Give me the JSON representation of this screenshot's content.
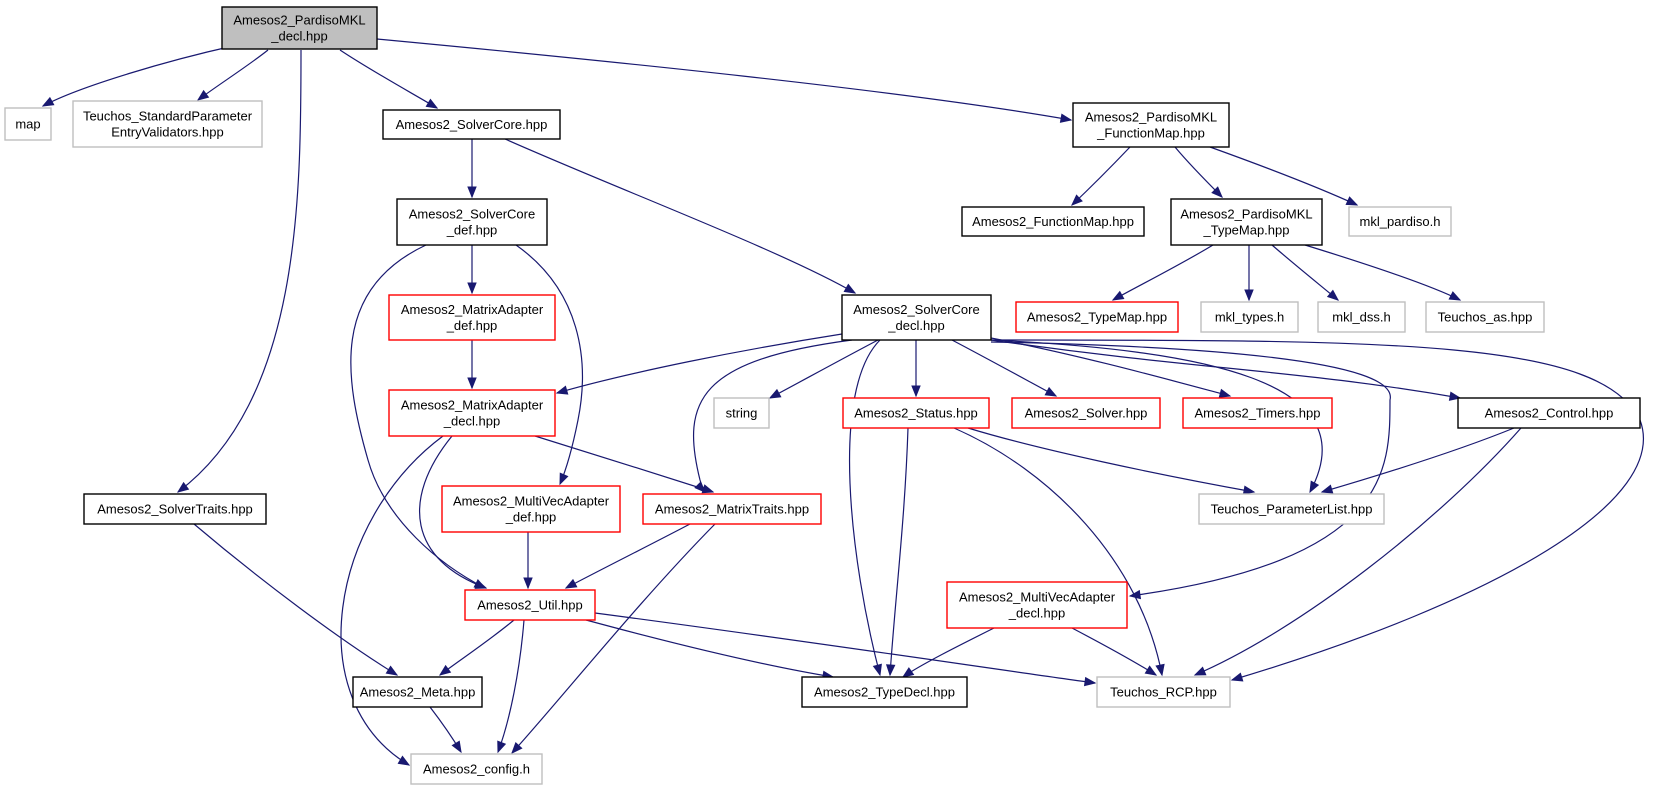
{
  "colors": {
    "edge": "#191970",
    "root_fill": "#bfbfbf",
    "documented_border": "#000000",
    "incomplete_border": "#ff0000",
    "external_border": "#bfbfbf"
  },
  "nodes": [
    {
      "id": "root",
      "lines": [
        "Amesos2_PardisoMKL",
        "_decl.hpp"
      ],
      "kind": "root"
    },
    {
      "id": "map",
      "lines": [
        "map"
      ],
      "kind": "external"
    },
    {
      "id": "teuchos_spev",
      "lines": [
        "Teuchos_StandardParameter",
        "EntryValidators.hpp"
      ],
      "kind": "external"
    },
    {
      "id": "solvercore",
      "lines": [
        "Amesos2_SolverCore.hpp"
      ],
      "kind": "documented"
    },
    {
      "id": "pmkl_fmap",
      "lines": [
        "Amesos2_PardisoMKL",
        "_FunctionMap.hpp"
      ],
      "kind": "documented"
    },
    {
      "id": "solvercore_def",
      "lines": [
        "Amesos2_SolverCore",
        "_def.hpp"
      ],
      "kind": "documented"
    },
    {
      "id": "functionmap",
      "lines": [
        "Amesos2_FunctionMap.hpp"
      ],
      "kind": "documented"
    },
    {
      "id": "pmkl_tmap",
      "lines": [
        "Amesos2_PardisoMKL",
        "_TypeMap.hpp"
      ],
      "kind": "documented"
    },
    {
      "id": "mkl_pardiso",
      "lines": [
        "mkl_pardiso.h"
      ],
      "kind": "external"
    },
    {
      "id": "matrixadapter_def",
      "lines": [
        "Amesos2_MatrixAdapter",
        "_def.hpp"
      ],
      "kind": "incomplete"
    },
    {
      "id": "solvercore_decl",
      "lines": [
        "Amesos2_SolverCore",
        "_decl.hpp"
      ],
      "kind": "documented"
    },
    {
      "id": "typemap",
      "lines": [
        "Amesos2_TypeMap.hpp"
      ],
      "kind": "incomplete"
    },
    {
      "id": "mkl_types",
      "lines": [
        "mkl_types.h"
      ],
      "kind": "external"
    },
    {
      "id": "mkl_dss",
      "lines": [
        "mkl_dss.h"
      ],
      "kind": "external"
    },
    {
      "id": "teuchos_as",
      "lines": [
        "Teuchos_as.hpp"
      ],
      "kind": "external"
    },
    {
      "id": "matrixadapter_decl",
      "lines": [
        "Amesos2_MatrixAdapter",
        "_decl.hpp"
      ],
      "kind": "incomplete"
    },
    {
      "id": "string",
      "lines": [
        "string"
      ],
      "kind": "external"
    },
    {
      "id": "status",
      "lines": [
        "Amesos2_Status.hpp"
      ],
      "kind": "incomplete"
    },
    {
      "id": "solver",
      "lines": [
        "Amesos2_Solver.hpp"
      ],
      "kind": "incomplete"
    },
    {
      "id": "timers",
      "lines": [
        "Amesos2_Timers.hpp"
      ],
      "kind": "incomplete"
    },
    {
      "id": "control",
      "lines": [
        "Amesos2_Control.hpp"
      ],
      "kind": "documented"
    },
    {
      "id": "solvertraits",
      "lines": [
        "Amesos2_SolverTraits.hpp"
      ],
      "kind": "documented"
    },
    {
      "id": "multivec_def",
      "lines": [
        "Amesos2_MultiVecAdapter",
        "_def.hpp"
      ],
      "kind": "incomplete"
    },
    {
      "id": "matrixtraits",
      "lines": [
        "Amesos2_MatrixTraits.hpp"
      ],
      "kind": "incomplete"
    },
    {
      "id": "teuchos_plist",
      "lines": [
        "Teuchos_ParameterList.hpp"
      ],
      "kind": "external"
    },
    {
      "id": "util",
      "lines": [
        "Amesos2_Util.hpp"
      ],
      "kind": "incomplete"
    },
    {
      "id": "multivec_decl",
      "lines": [
        "Amesos2_MultiVecAdapter",
        "_decl.hpp"
      ],
      "kind": "incomplete"
    },
    {
      "id": "meta",
      "lines": [
        "Amesos2_Meta.hpp"
      ],
      "kind": "documented"
    },
    {
      "id": "typedecl",
      "lines": [
        "Amesos2_TypeDecl.hpp"
      ],
      "kind": "documented"
    },
    {
      "id": "teuchos_rcp",
      "lines": [
        "Teuchos_RCP.hpp"
      ],
      "kind": "external"
    },
    {
      "id": "config",
      "lines": [
        "Amesos2_config.h"
      ],
      "kind": "external"
    }
  ],
  "edges": [
    {
      "from": "root",
      "to": "map"
    },
    {
      "from": "root",
      "to": "teuchos_spev"
    },
    {
      "from": "root",
      "to": "solvertraits"
    },
    {
      "from": "root",
      "to": "solvercore"
    },
    {
      "from": "root",
      "to": "pmkl_fmap"
    },
    {
      "from": "solvercore",
      "to": "solvercore_def"
    },
    {
      "from": "solvercore",
      "to": "solvercore_decl"
    },
    {
      "from": "pmkl_fmap",
      "to": "functionmap"
    },
    {
      "from": "pmkl_fmap",
      "to": "pmkl_tmap"
    },
    {
      "from": "pmkl_fmap",
      "to": "mkl_pardiso"
    },
    {
      "from": "pmkl_tmap",
      "to": "typemap"
    },
    {
      "from": "pmkl_tmap",
      "to": "mkl_types"
    },
    {
      "from": "pmkl_tmap",
      "to": "mkl_dss"
    },
    {
      "from": "pmkl_tmap",
      "to": "teuchos_as"
    },
    {
      "from": "solvercore_def",
      "to": "matrixadapter_def"
    },
    {
      "from": "solvercore_def",
      "to": "util"
    },
    {
      "from": "solvercore_def",
      "to": "multivec_def"
    },
    {
      "from": "matrixadapter_def",
      "to": "matrixadapter_decl"
    },
    {
      "from": "solvercore_decl",
      "to": "matrixadapter_decl"
    },
    {
      "from": "solvercore_decl",
      "to": "matrixtraits"
    },
    {
      "from": "solvercore_decl",
      "to": "string"
    },
    {
      "from": "solvercore_decl",
      "to": "typedecl"
    },
    {
      "from": "solvercore_decl",
      "to": "status"
    },
    {
      "from": "solvercore_decl",
      "to": "solver"
    },
    {
      "from": "solvercore_decl",
      "to": "timers"
    },
    {
      "from": "solvercore_decl",
      "to": "teuchos_plist"
    },
    {
      "from": "solvercore_decl",
      "to": "multivec_decl"
    },
    {
      "from": "solvercore_decl",
      "to": "control"
    },
    {
      "from": "solvercore_decl",
      "to": "teuchos_rcp"
    },
    {
      "from": "matrixadapter_decl",
      "to": "matrixtraits"
    },
    {
      "from": "matrixadapter_decl",
      "to": "util"
    },
    {
      "from": "matrixadapter_decl",
      "to": "config"
    },
    {
      "from": "multivec_def",
      "to": "util"
    },
    {
      "from": "matrixtraits",
      "to": "util"
    },
    {
      "from": "matrixtraits",
      "to": "config"
    },
    {
      "from": "solvertraits",
      "to": "meta"
    },
    {
      "from": "util",
      "to": "meta"
    },
    {
      "from": "util",
      "to": "config"
    },
    {
      "from": "util",
      "to": "typedecl"
    },
    {
      "from": "util",
      "to": "teuchos_rcp"
    },
    {
      "from": "meta",
      "to": "config"
    },
    {
      "from": "status",
      "to": "typedecl"
    },
    {
      "from": "status",
      "to": "teuchos_plist"
    },
    {
      "from": "status",
      "to": "teuchos_rcp"
    },
    {
      "from": "control",
      "to": "teuchos_plist"
    },
    {
      "from": "control",
      "to": "teuchos_rcp"
    },
    {
      "from": "multivec_decl",
      "to": "typedecl"
    },
    {
      "from": "multivec_decl",
      "to": "teuchos_rcp"
    }
  ]
}
